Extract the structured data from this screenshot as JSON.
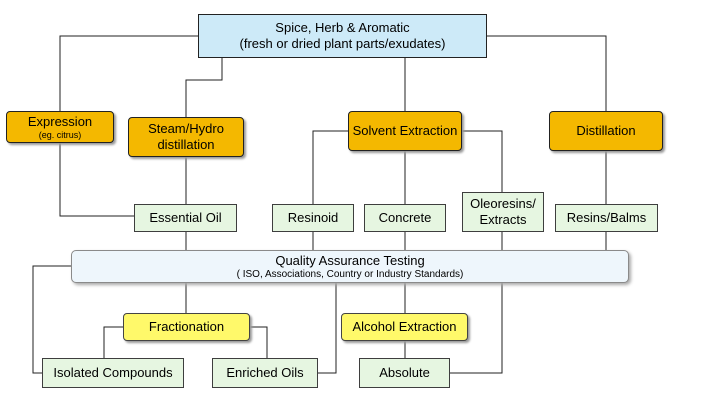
{
  "source": {
    "title": "Spice, Herb & Aromatic",
    "subtitle": "(fresh or dried plant parts/exudates)"
  },
  "methods": {
    "expression": {
      "label": "Expression",
      "note": "(eg. citrus)"
    },
    "steam_hydro": {
      "line1": "Steam/Hydro",
      "line2": "distillation"
    },
    "solvent": {
      "label": "Solvent Extraction"
    },
    "distillation": {
      "label": "Distillation"
    }
  },
  "products": {
    "essential_oil": "Essential Oil",
    "resinoid": "Resinoid",
    "concrete": "Concrete",
    "oleoresins": {
      "line1": "Oleoresins/",
      "line2": "Extracts"
    },
    "resins_balms": "Resins/Balms"
  },
  "qa": {
    "title": "Quality Assurance Testing",
    "subtitle": "( ISO, Associations, Country or Industry Standards)"
  },
  "processes": {
    "fractionation": "Fractionation",
    "alcohol_extraction": "Alcohol Extraction"
  },
  "outputs": {
    "isolated_compounds": "Isolated Compounds",
    "enriched_oils": "Enriched Oils",
    "absolute": "Absolute"
  },
  "colors": {
    "top_fill": "#cdeaf8",
    "method_fill": "#f4b800",
    "product_fill": "#e6f6e1",
    "qa_fill": "#eef6fc",
    "process_fill": "#fff96a",
    "connector": "#222222"
  }
}
